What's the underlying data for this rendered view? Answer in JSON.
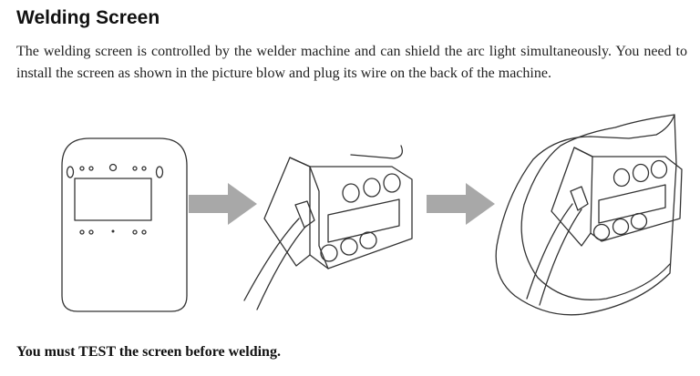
{
  "document": {
    "title": "Welding Screen",
    "paragraph": "The welding screen is controlled by the welder machine and can shield the arc light simultaneously. You need to install the screen as shown in the picture blow and plug its wire on the back of the machine.",
    "note": "You must TEST the screen before welding."
  },
  "figure": {
    "arrow_color": "#a8a8a8",
    "line_color": "#333333"
  }
}
